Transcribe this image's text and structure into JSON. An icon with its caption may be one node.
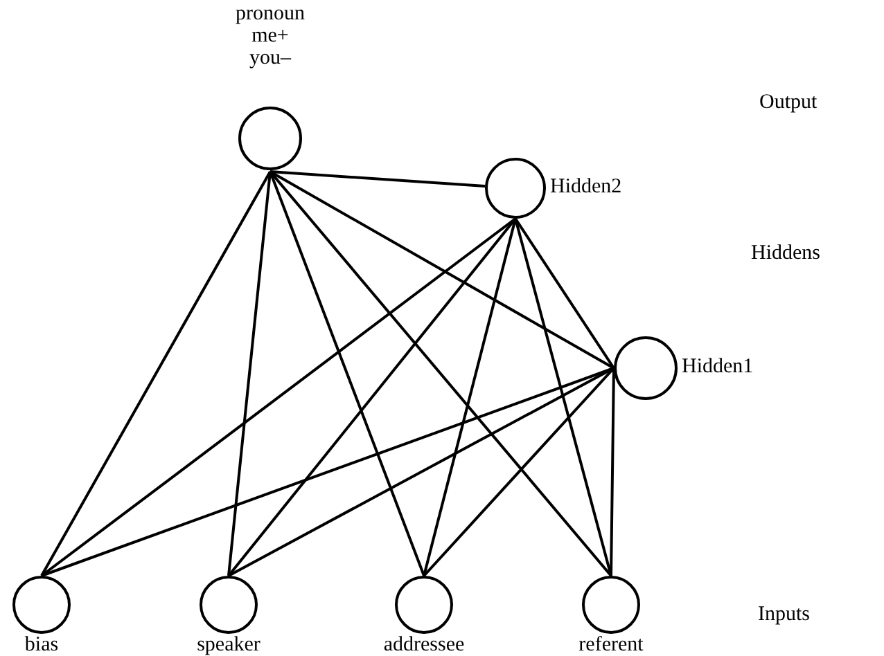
{
  "diagram": {
    "nodes": [
      {
        "text": [
          "pronoun me+ you–"
        ]
      },
      {
        "text": [
          "Hidden2"
        ]
      },
      {
        "text": [
          "Hidden1"
        ]
      },
      {
        "text": [
          "bias"
        ]
      },
      {
        "text": [
          "speaker"
        ]
      },
      {
        "text": [
          "addressee"
        ]
      },
      {
        "text": [
          "referent"
        ]
      }
    ],
    "edges": [
      {
        "from": 0,
        "to": 1,
        "arrow": "none"
      },
      {
        "from": 0,
        "to": 2,
        "arrow": "none"
      },
      {
        "from": 0,
        "to": 3,
        "arrow": "none"
      },
      {
        "from": 0,
        "to": 4,
        "arrow": "none"
      },
      {
        "from": 0,
        "to": 5,
        "arrow": "none"
      },
      {
        "from": 0,
        "to": 6,
        "arrow": "none"
      },
      {
        "from": 1,
        "to": 2,
        "arrow": "none"
      },
      {
        "from": 1,
        "to": 3,
        "arrow": "none"
      },
      {
        "from": 1,
        "to": 4,
        "arrow": "none"
      },
      {
        "from": 1,
        "to": 5,
        "arrow": "none"
      },
      {
        "from": 1,
        "to": 6,
        "arrow": "none"
      },
      {
        "from": 2,
        "to": 3,
        "arrow": "none"
      },
      {
        "from": 2,
        "to": 4,
        "arrow": "none"
      },
      {
        "from": 2,
        "to": 5,
        "arrow": "none"
      },
      {
        "from": 2,
        "to": 6,
        "arrow": "none"
      }
    ],
    "labels": [
      "Output",
      "Hiddens",
      "Inputs"
    ]
  }
}
